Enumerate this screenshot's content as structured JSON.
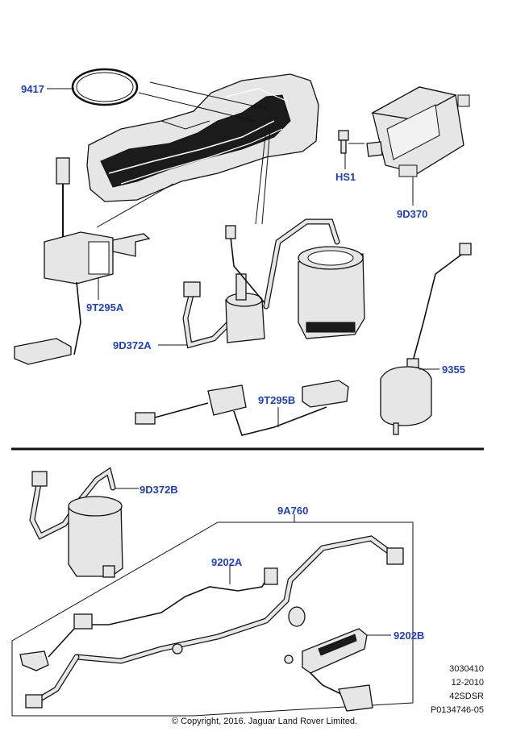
{
  "callouts": {
    "c9417": "9417",
    "hs1": "HS1",
    "c9d370": "9D370",
    "c9t295a": "9T295A",
    "c9d372a": "9D372A",
    "c9355": "9355",
    "c9t295b": "9T295B",
    "c9d372b": "9D372B",
    "c9a760": "9A760",
    "c9202a": "9202A",
    "c9202b": "9202B"
  },
  "info": {
    "line1": "3030410",
    "line2": "12-2010",
    "line3": "42SDSR",
    "line4": "P0134746-05"
  },
  "copyright": "© Copyright, 2016. Jaguar Land Rover Limited.",
  "colors": {
    "callout": "#1f3fbf",
    "line": "#111111",
    "part_fill": "#e6e6e6"
  }
}
